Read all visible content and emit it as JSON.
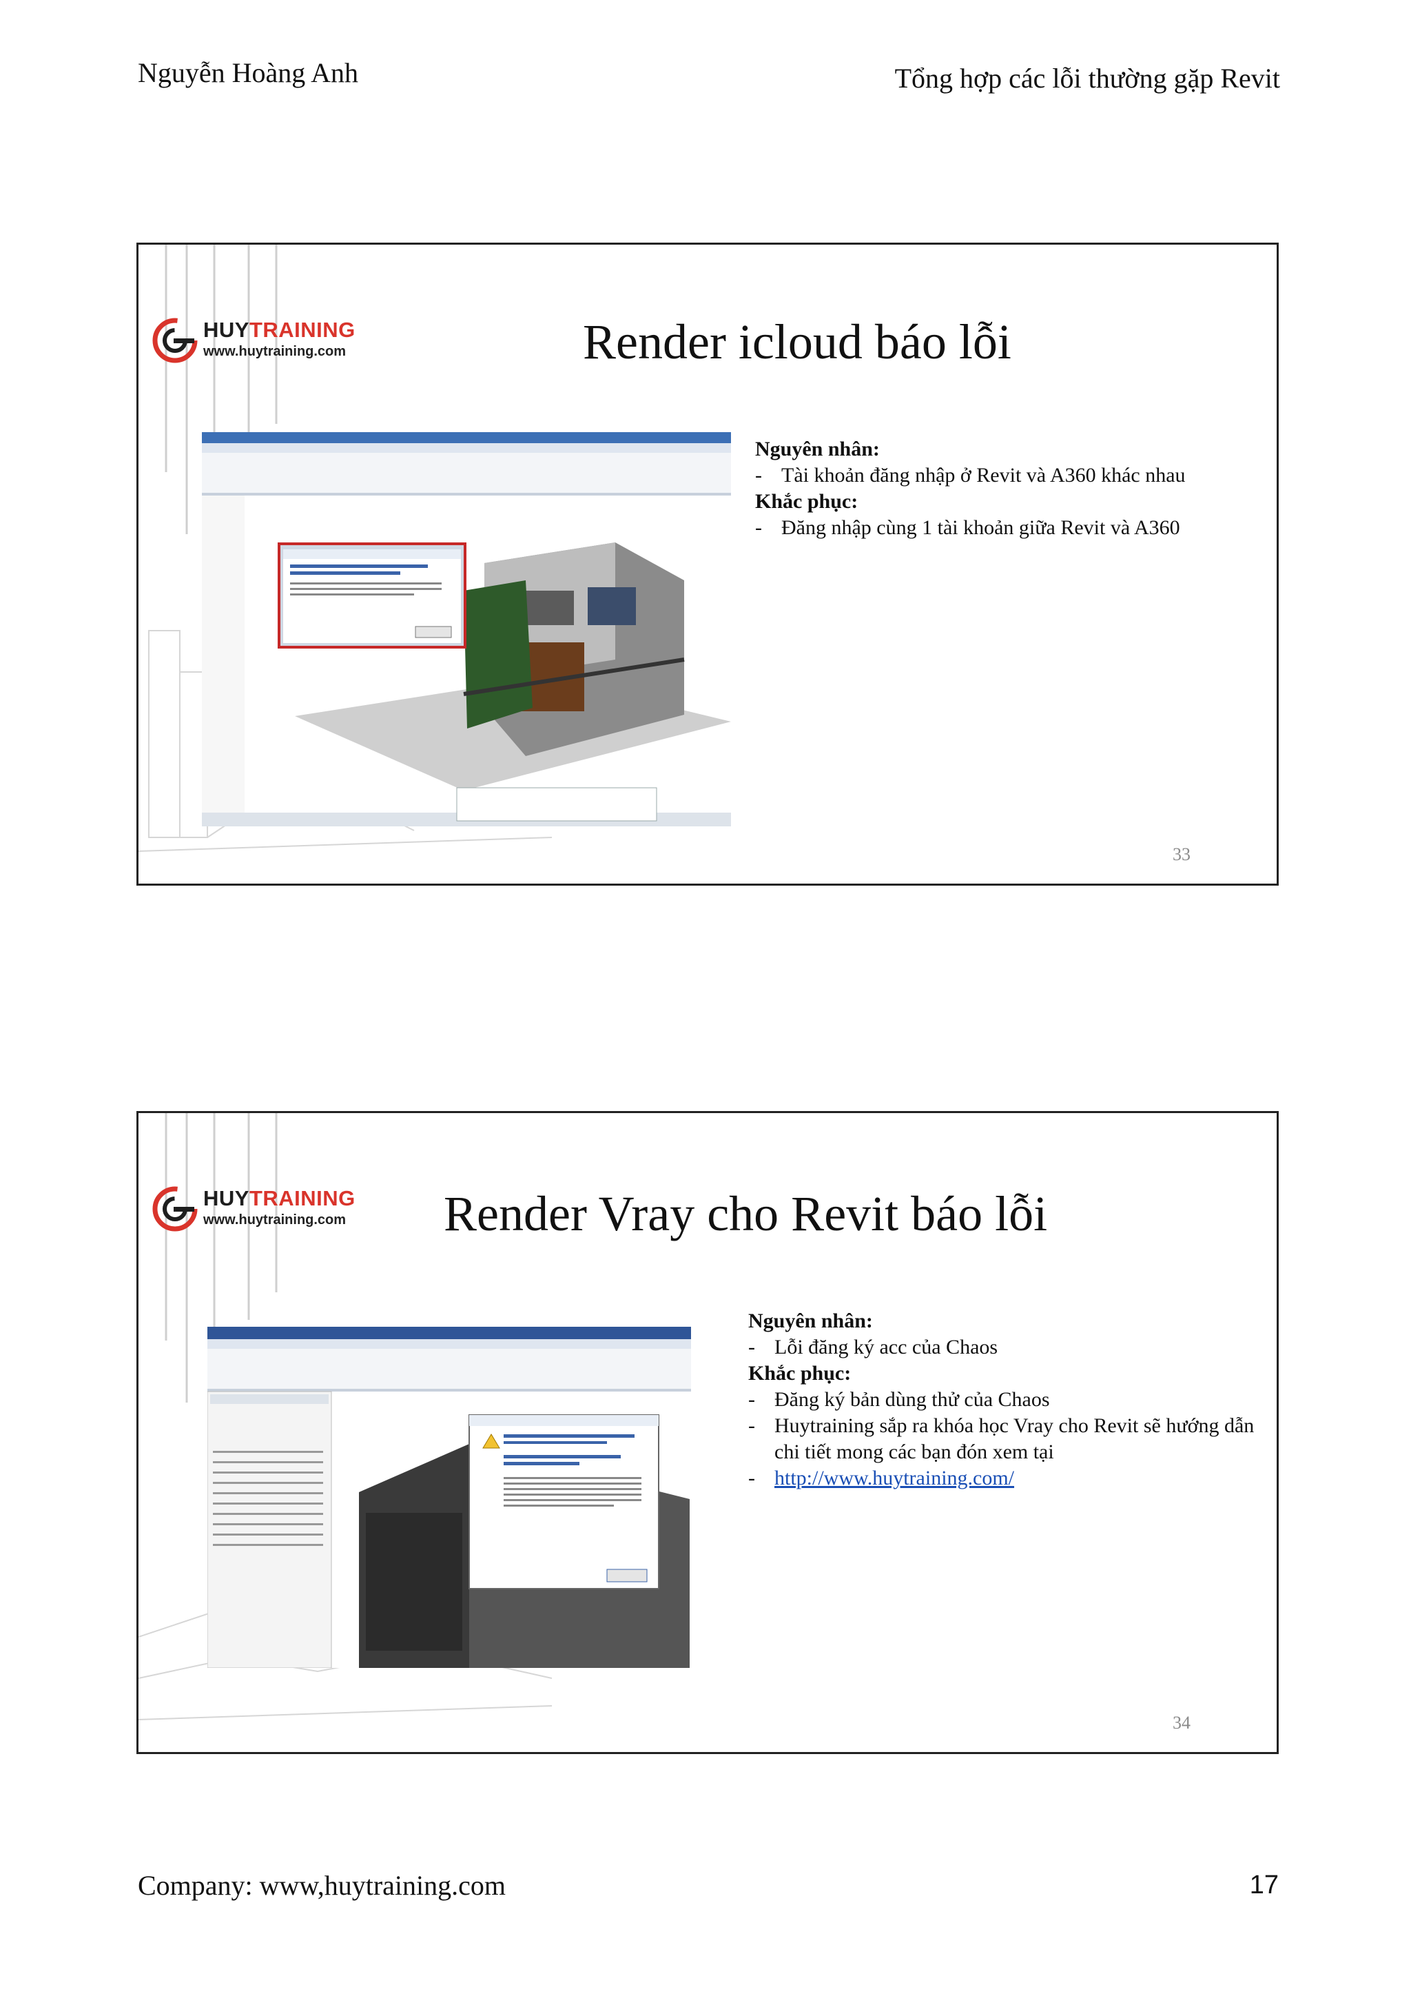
{
  "header": {
    "author": "Nguyễn Hoàng Anh",
    "doc_title": "Tổng hợp các lỗi thường gặp Revit"
  },
  "logo": {
    "brand_part1": "HUY",
    "brand_part2": "TRAINING",
    "url": "www.huytraining.com",
    "brand_color": "#d9342b"
  },
  "slides": [
    {
      "title": "Render icloud báo lỗi",
      "cause_heading": "Nguyên nhân:",
      "causes": [
        "Tài khoản đăng nhập ở Revit và A360 khác nhau"
      ],
      "fix_heading": "Khắc phục:",
      "fixes": [
        "Đăng nhập cùng 1 tài khoản giữa Revit và A360"
      ],
      "page_number": "33"
    },
    {
      "title": "Render Vray cho Revit báo lỗi",
      "cause_heading": "Nguyên nhân:",
      "causes": [
        "Lỗi đăng ký acc của Chaos"
      ],
      "fix_heading": "Khắc phục:",
      "fixes": [
        "Đăng ký bản dùng thử của Chaos",
        "Huytraining sắp ra khóa học Vray cho Revit sẽ hướng dẫn chi tiết mong các bạn đón xem tại"
      ],
      "link": "http://www.huytraining.com/",
      "page_number": "34"
    }
  ],
  "footer": {
    "company": "Company: www,huytraining.com",
    "page": "17"
  }
}
